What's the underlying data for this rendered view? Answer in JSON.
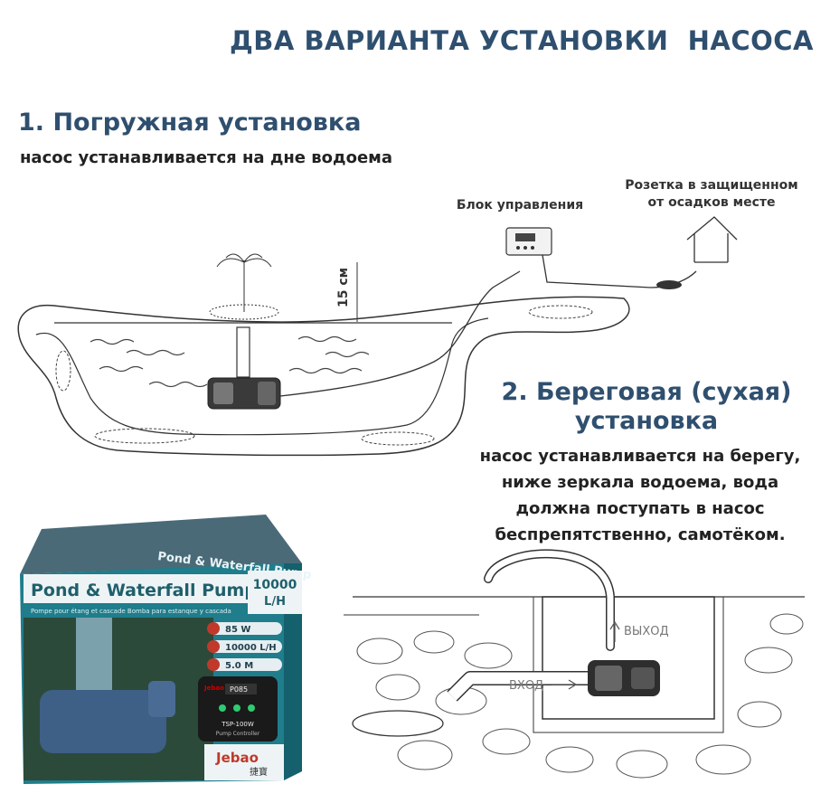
{
  "title": "ДВА ВАРИАНТА УСТАНОВКИ  НАСОСА",
  "section1": {
    "title": "1. Погружная установка",
    "subtitle": "насос устанавливается на дне водоема",
    "depth_label": "15 см",
    "control_unit_label": "Блок управления",
    "socket_label_line1": "Розетка в защищенном",
    "socket_label_line2": "от осадков месте"
  },
  "section2": {
    "title_line1": "2. Береговая  (сухая)",
    "title_line2": "установка",
    "desc_line1": "насос устанавливается на берегу,",
    "desc_line2": "ниже  зеркала водоема, вода",
    "desc_line3": "должна поступать в насос",
    "desc_line4": "беспрепятственно, самотёком.",
    "outlet_label": "ВЫХОД",
    "inlet_label": "ВХОД"
  },
  "box": {
    "top_band": "Pond & Waterfall Pump",
    "title": "Pond & Waterfall Pump",
    "flow_big": "10000",
    "flow_unit": "L/H",
    "subline": "Pompe pour étang et cascade   Bomba para estanque y cascada",
    "spec_power": "85 W",
    "spec_flow": "10000 L/H",
    "spec_head": "5.0 M",
    "controller_model": "TSP-100W",
    "controller_name": "Pump Controller",
    "controller_display": "P085",
    "controller_brand": "Jebao",
    "brand": "Jebao",
    "brand_cn": "捷寶"
  },
  "colors": {
    "title_blue": "#2f4f6f",
    "box_teal": "#1f7d8c",
    "line": "#333333"
  },
  "icons": [
    "house-icon",
    "fountain-icon",
    "pump-icon",
    "control-unit-icon",
    "power-plug-icon"
  ]
}
